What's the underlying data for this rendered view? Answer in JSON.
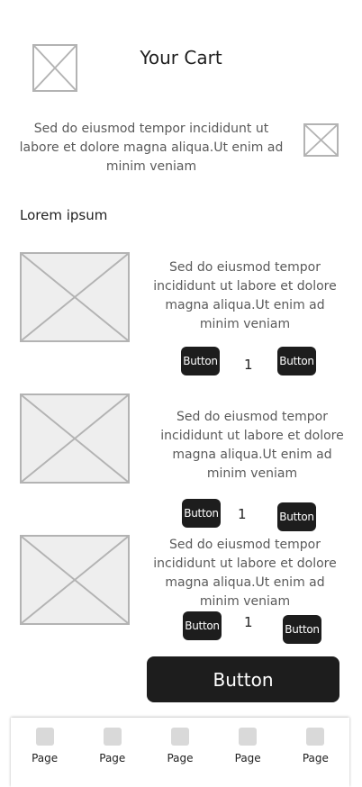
{
  "header": {
    "title": "Your Cart"
  },
  "intro": {
    "text": "Sed do eiusmod tempor incididunt ut labore et dolore magna aliqua.Ut enim ad minim veniam"
  },
  "section": {
    "label": "Lorem ipsum"
  },
  "items": [
    {
      "description": "Sed do eiusmod tempor incididunt ut labore et dolore magna aliqua.Ut enim ad minim veniam",
      "decrease_label": "Button",
      "quantity": "1",
      "increase_label": "Button"
    },
    {
      "description": "Sed do eiusmod tempor incididunt ut labore et dolore magna aliqua.Ut enim ad minim veniam",
      "decrease_label": "Button",
      "quantity": "1",
      "increase_label": "Button"
    },
    {
      "description": "Sed do eiusmod tempor incididunt ut labore et dolore magna aliqua.Ut enim ad minim veniam",
      "decrease_label": "Button",
      "quantity": "1",
      "increase_label": "Button"
    }
  ],
  "checkout": {
    "label": "Button"
  },
  "nav": {
    "items": [
      {
        "label": "Page"
      },
      {
        "label": "Page"
      },
      {
        "label": "Page"
      },
      {
        "label": "Page"
      },
      {
        "label": "Page"
      }
    ]
  }
}
